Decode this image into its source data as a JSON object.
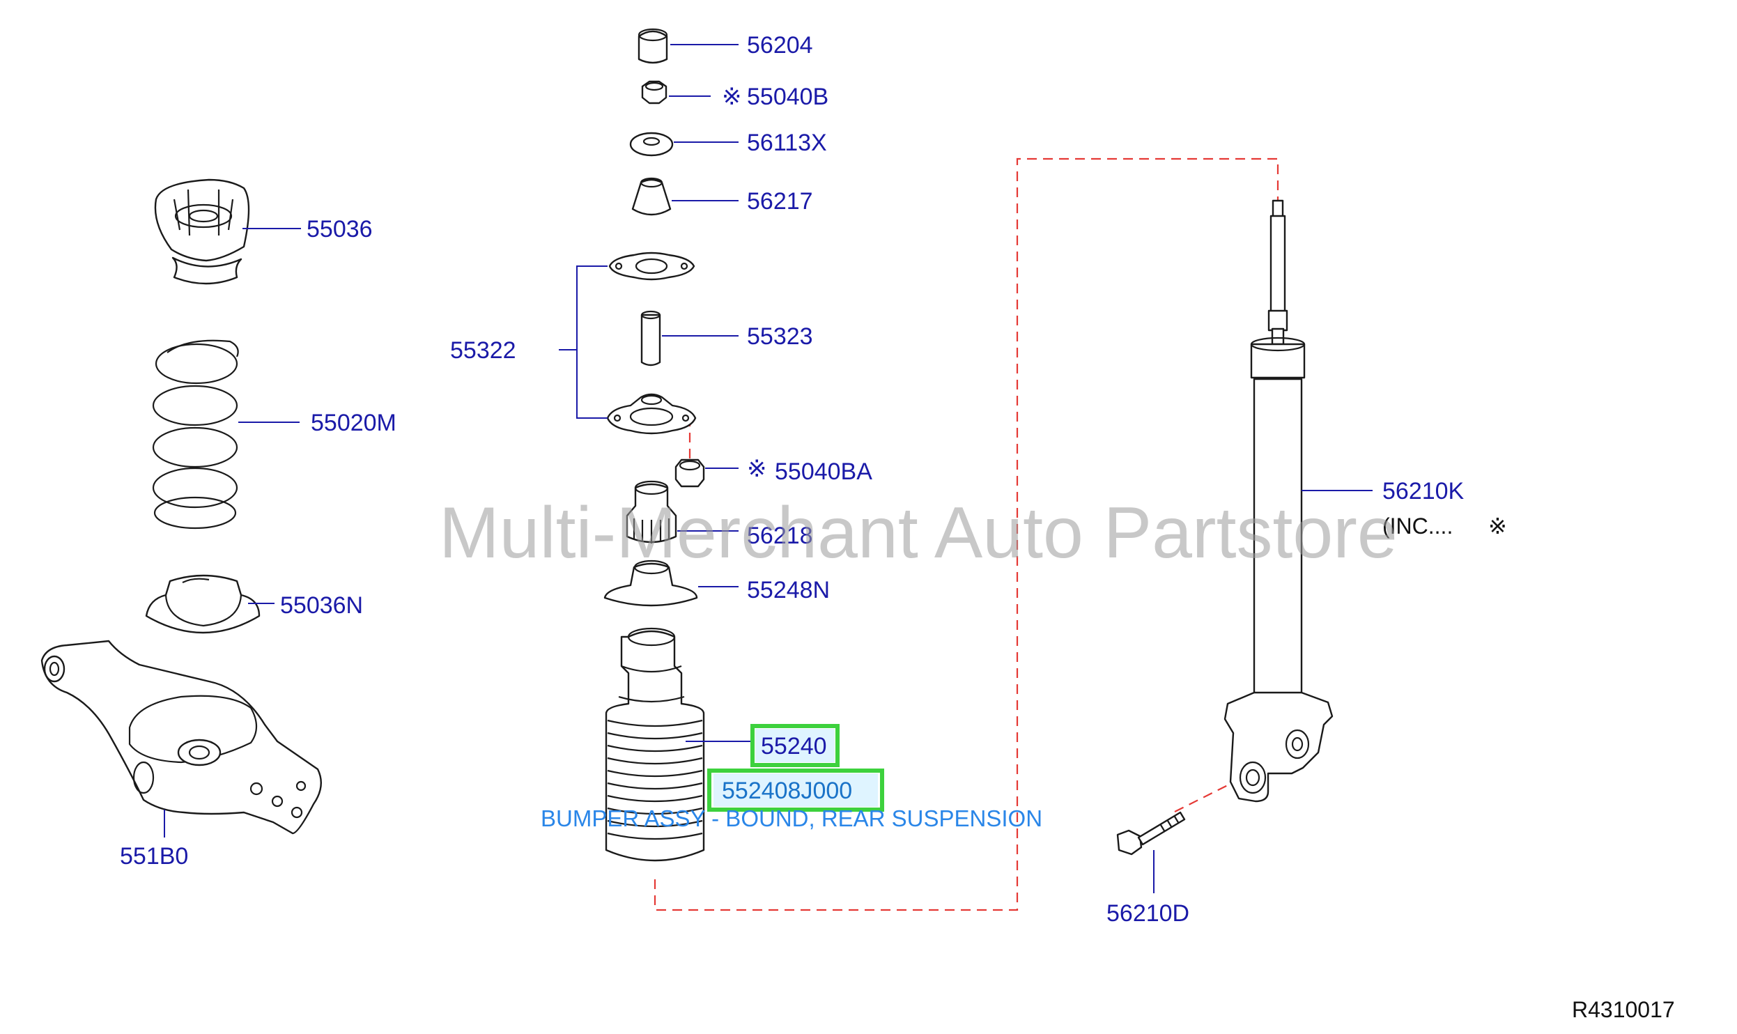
{
  "diagram": {
    "labels": {
      "p56204": "56204",
      "p55040b": "55040B",
      "p56113x": "56113X",
      "p56217": "56217",
      "p55036": "55036",
      "p55322": "55322",
      "p55323": "55323",
      "p55020m": "55020M",
      "p55040ba": "55040BA",
      "p56218": "56218",
      "p55248n": "55248N",
      "p55036n": "55036N",
      "p55240": "55240",
      "p552408j000": "552408J000",
      "p551b0": "551B0",
      "p56210k": "56210K",
      "p56210k_note": "(INC....",
      "p56210d": "56210D"
    },
    "symbols": {
      "kome": "※",
      "kome_icon": "kome-mark-icon"
    },
    "description": "BUMPER ASSY - BOUND, REAR SUSPENSION",
    "reference_code": "R4310017",
    "watermark": "Multi-Merchant Auto Partstore",
    "colors": {
      "label": "#1a1aa8",
      "highlight_label": "#1a73c8",
      "description": "#2a86e8",
      "highlight_box": "#3dd13d",
      "dashed_link": "#e53935",
      "watermark": "#9a9a9a"
    }
  }
}
